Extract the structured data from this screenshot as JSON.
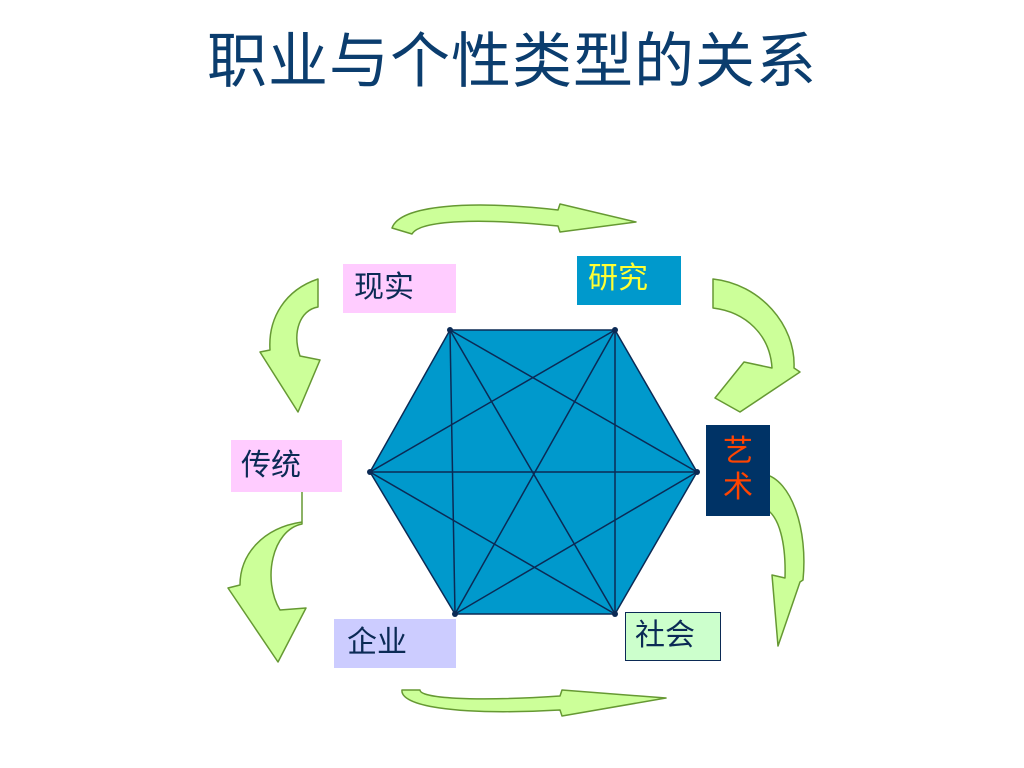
{
  "slide": {
    "title": "职业与个性类型的关系"
  },
  "types": {
    "realistic": "现实",
    "investigative": "研究",
    "artistic": "艺术",
    "social": "社会",
    "enterprising": "企业",
    "conventional": "传统"
  },
  "colors": {
    "title": "#0b3d6e",
    "hexagon_fill": "#0099cc",
    "hexagon_stroke": "#0b2a55",
    "arrow_fill": "#ccff99",
    "arrow_stroke": "#669933",
    "realistic_bg": "#ffccff",
    "investigative_bg": "#0099cc",
    "investigative_text": "#ffff33",
    "artistic_bg": "#003366",
    "artistic_text": "#ff4400",
    "social_bg": "#ccffcc",
    "enterprising_bg": "#ccccff",
    "conventional_bg": "#ffccff"
  }
}
